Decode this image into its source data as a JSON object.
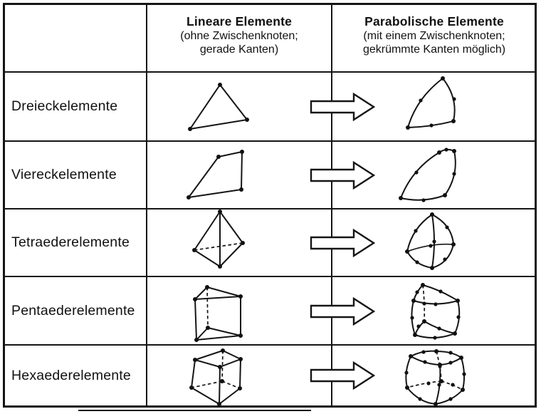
{
  "page": {
    "background_color": "#ffffff",
    "line_color": "#151515"
  },
  "table": {
    "header": {
      "row_label_column": "",
      "linear": {
        "title": "Lineare Elemente",
        "subtitle_line1": "(ohne Zwischenknoten;",
        "subtitle_line2": "gerade Kanten)"
      },
      "parabolic": {
        "title": "Parabolische Elemente",
        "subtitle_line1": "(mit einem Zwischenknoten;",
        "subtitle_line2": "gekrümmte Kanten möglich)"
      }
    },
    "rows": [
      {
        "label": "Dreieckelemente",
        "linear_icon": "triangle-3-node-element-icon",
        "parabolic_icon": "triangle-6-node-element-icon",
        "arrow_icon": "right-block-arrow-icon"
      },
      {
        "label": "Viereckelemente",
        "linear_icon": "quadrilateral-4-node-element-icon",
        "parabolic_icon": "quadrilateral-8-node-element-icon",
        "arrow_icon": "right-block-arrow-icon"
      },
      {
        "label": "Tetraederelemente",
        "linear_icon": "tetrahedron-4-node-element-icon",
        "parabolic_icon": "tetrahedron-10-node-element-icon",
        "arrow_icon": "right-block-arrow-icon"
      },
      {
        "label": "Pentaederelemente",
        "linear_icon": "pentahedron-6-node-element-icon",
        "parabolic_icon": "pentahedron-15-node-element-icon",
        "arrow_icon": "right-block-arrow-icon"
      },
      {
        "label": "Hexaederelemente",
        "linear_icon": "hexahedron-8-node-element-icon",
        "parabolic_icon": "hexahedron-20-node-element-icon",
        "arrow_icon": "right-block-arrow-icon"
      }
    ]
  }
}
